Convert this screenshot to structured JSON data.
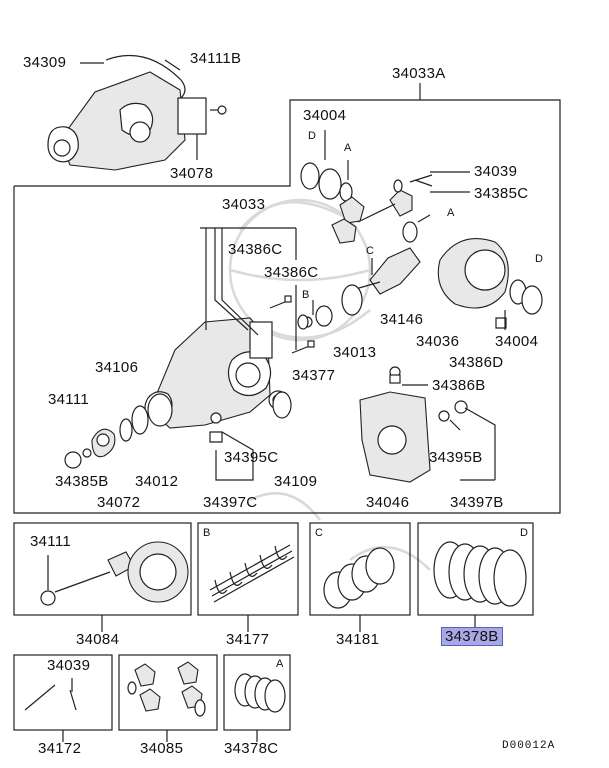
{
  "diagram": {
    "labels": {
      "p34309": "34309",
      "p34111B": "34111B",
      "p34078": "34078",
      "p34033A": "34033A",
      "p34004_top": "34004",
      "p34039_top": "34039",
      "p34385C": "34385C",
      "p34033": "34033",
      "p34386C_1": "34386C",
      "p34386C_2": "34386C",
      "p34146": "34146",
      "p34036": "34036",
      "p34004_right": "34004",
      "p34386D": "34386D",
      "p34013": "34013",
      "p34377": "34377",
      "p34106": "34106",
      "p34111": "34111",
      "p34386B": "34386B",
      "p34395C": "34395C",
      "p34395B": "34395B",
      "p34385B": "34385B",
      "p34012": "34012",
      "p34109": "34109",
      "p34072": "34072",
      "p34397C": "34397C",
      "p34046": "34046",
      "p34397B": "34397B",
      "box_34111": "34111",
      "p34084": "34084",
      "p34177": "34177",
      "p34181": "34181",
      "p34378B": "34378B",
      "box_34039": "34039",
      "p34172": "34172",
      "p34085": "34085",
      "p34378C": "34378C"
    },
    "callout_letters": {
      "D_left": "D",
      "A_top": "A",
      "C_gear": "C",
      "A_mid": "A",
      "B_mid": "B",
      "D_right": "D",
      "box_B": "B",
      "box_C": "C",
      "box_D": "D",
      "box_A": "A"
    },
    "diagram_code": "D00012A",
    "highlight_color": "#a7a9e6"
  }
}
